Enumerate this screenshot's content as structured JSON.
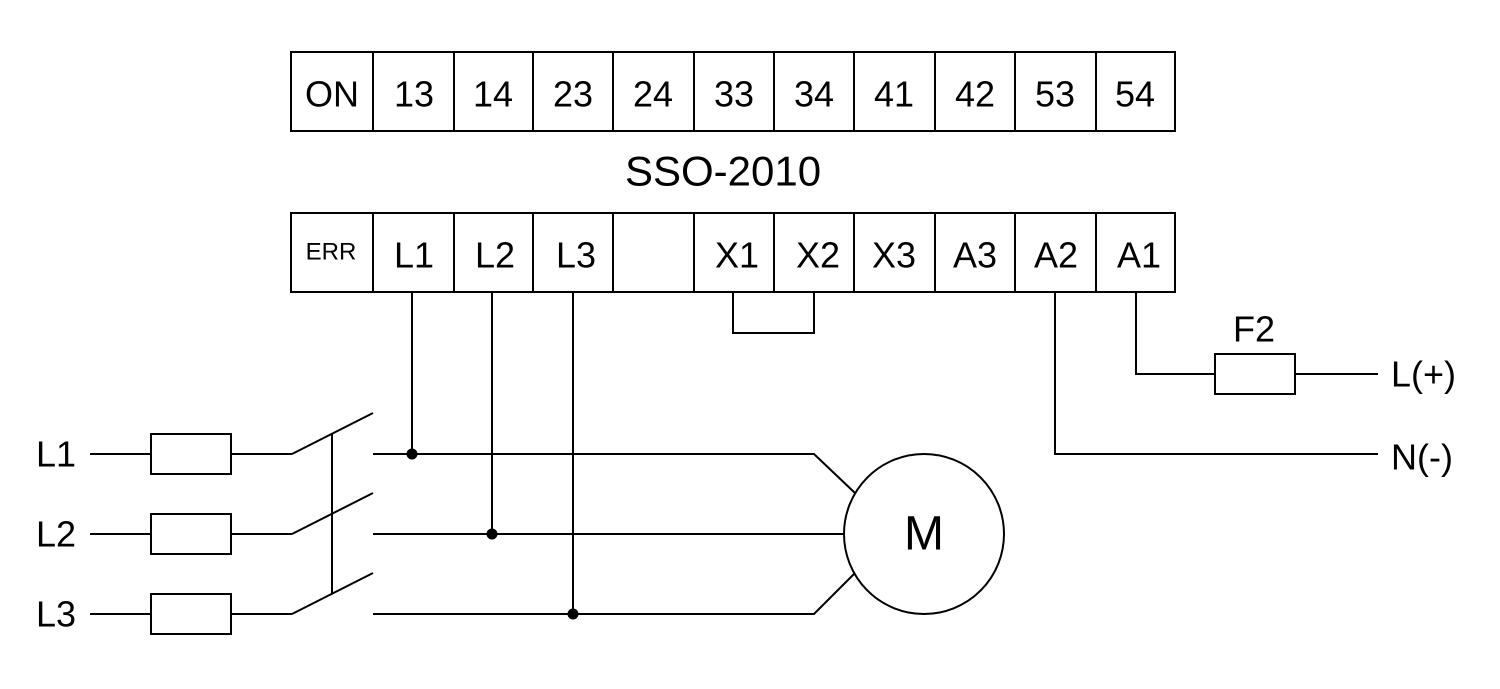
{
  "device": {
    "title": "SSO-2010"
  },
  "top_terminals": [
    "ON",
    "13",
    "14",
    "23",
    "24",
    "33",
    "34",
    "41",
    "42",
    "53",
    "54"
  ],
  "bottom_terminals": [
    "ERR",
    "L1",
    "L2",
    "L3",
    "",
    "X1",
    "X2",
    "X3",
    "A3",
    "A2",
    "A1"
  ],
  "supply_lines": {
    "l1": "L1",
    "l2": "L2",
    "l3": "L3"
  },
  "control": {
    "fuse_label": "F2",
    "live": "L(+)",
    "neutral": "N(-)"
  },
  "motor": {
    "label": "M"
  }
}
